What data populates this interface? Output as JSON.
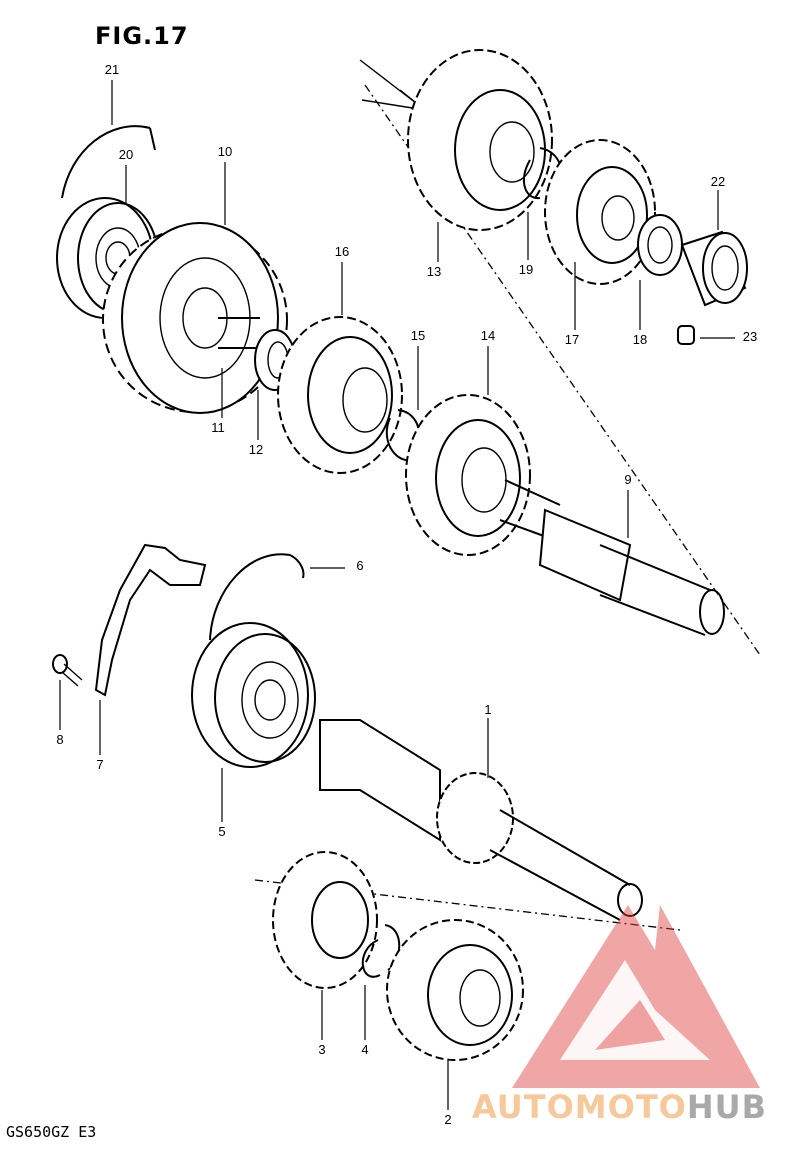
{
  "figure": {
    "title": "FIG.17",
    "model_code": "GS650GZ E3"
  },
  "callouts": [
    "21",
    "20",
    "10",
    "11",
    "12",
    "16",
    "15",
    "14",
    "13",
    "19",
    "17",
    "22",
    "18",
    "23",
    "9",
    "6",
    "8",
    "7",
    "5",
    "1",
    "3",
    "4",
    "2"
  ],
  "watermark": {
    "part_a": "AUTOMOTO",
    "part_b": "HUB",
    "color_a": "#f7c99a",
    "color_b": "#a9a9a9",
    "logo_color": "#e04040"
  }
}
